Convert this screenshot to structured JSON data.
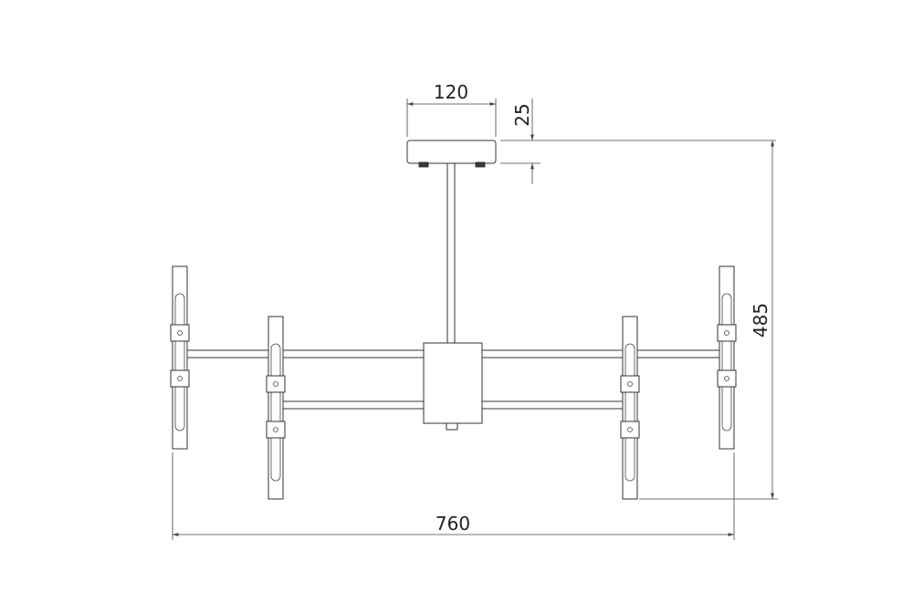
{
  "dimensions": {
    "canopy_width": "120",
    "canopy_height": "25",
    "total_height": "485",
    "total_width": "760"
  },
  "colors": {
    "line": "#444444",
    "part_fill": "#ffffff",
    "text": "#222222"
  }
}
